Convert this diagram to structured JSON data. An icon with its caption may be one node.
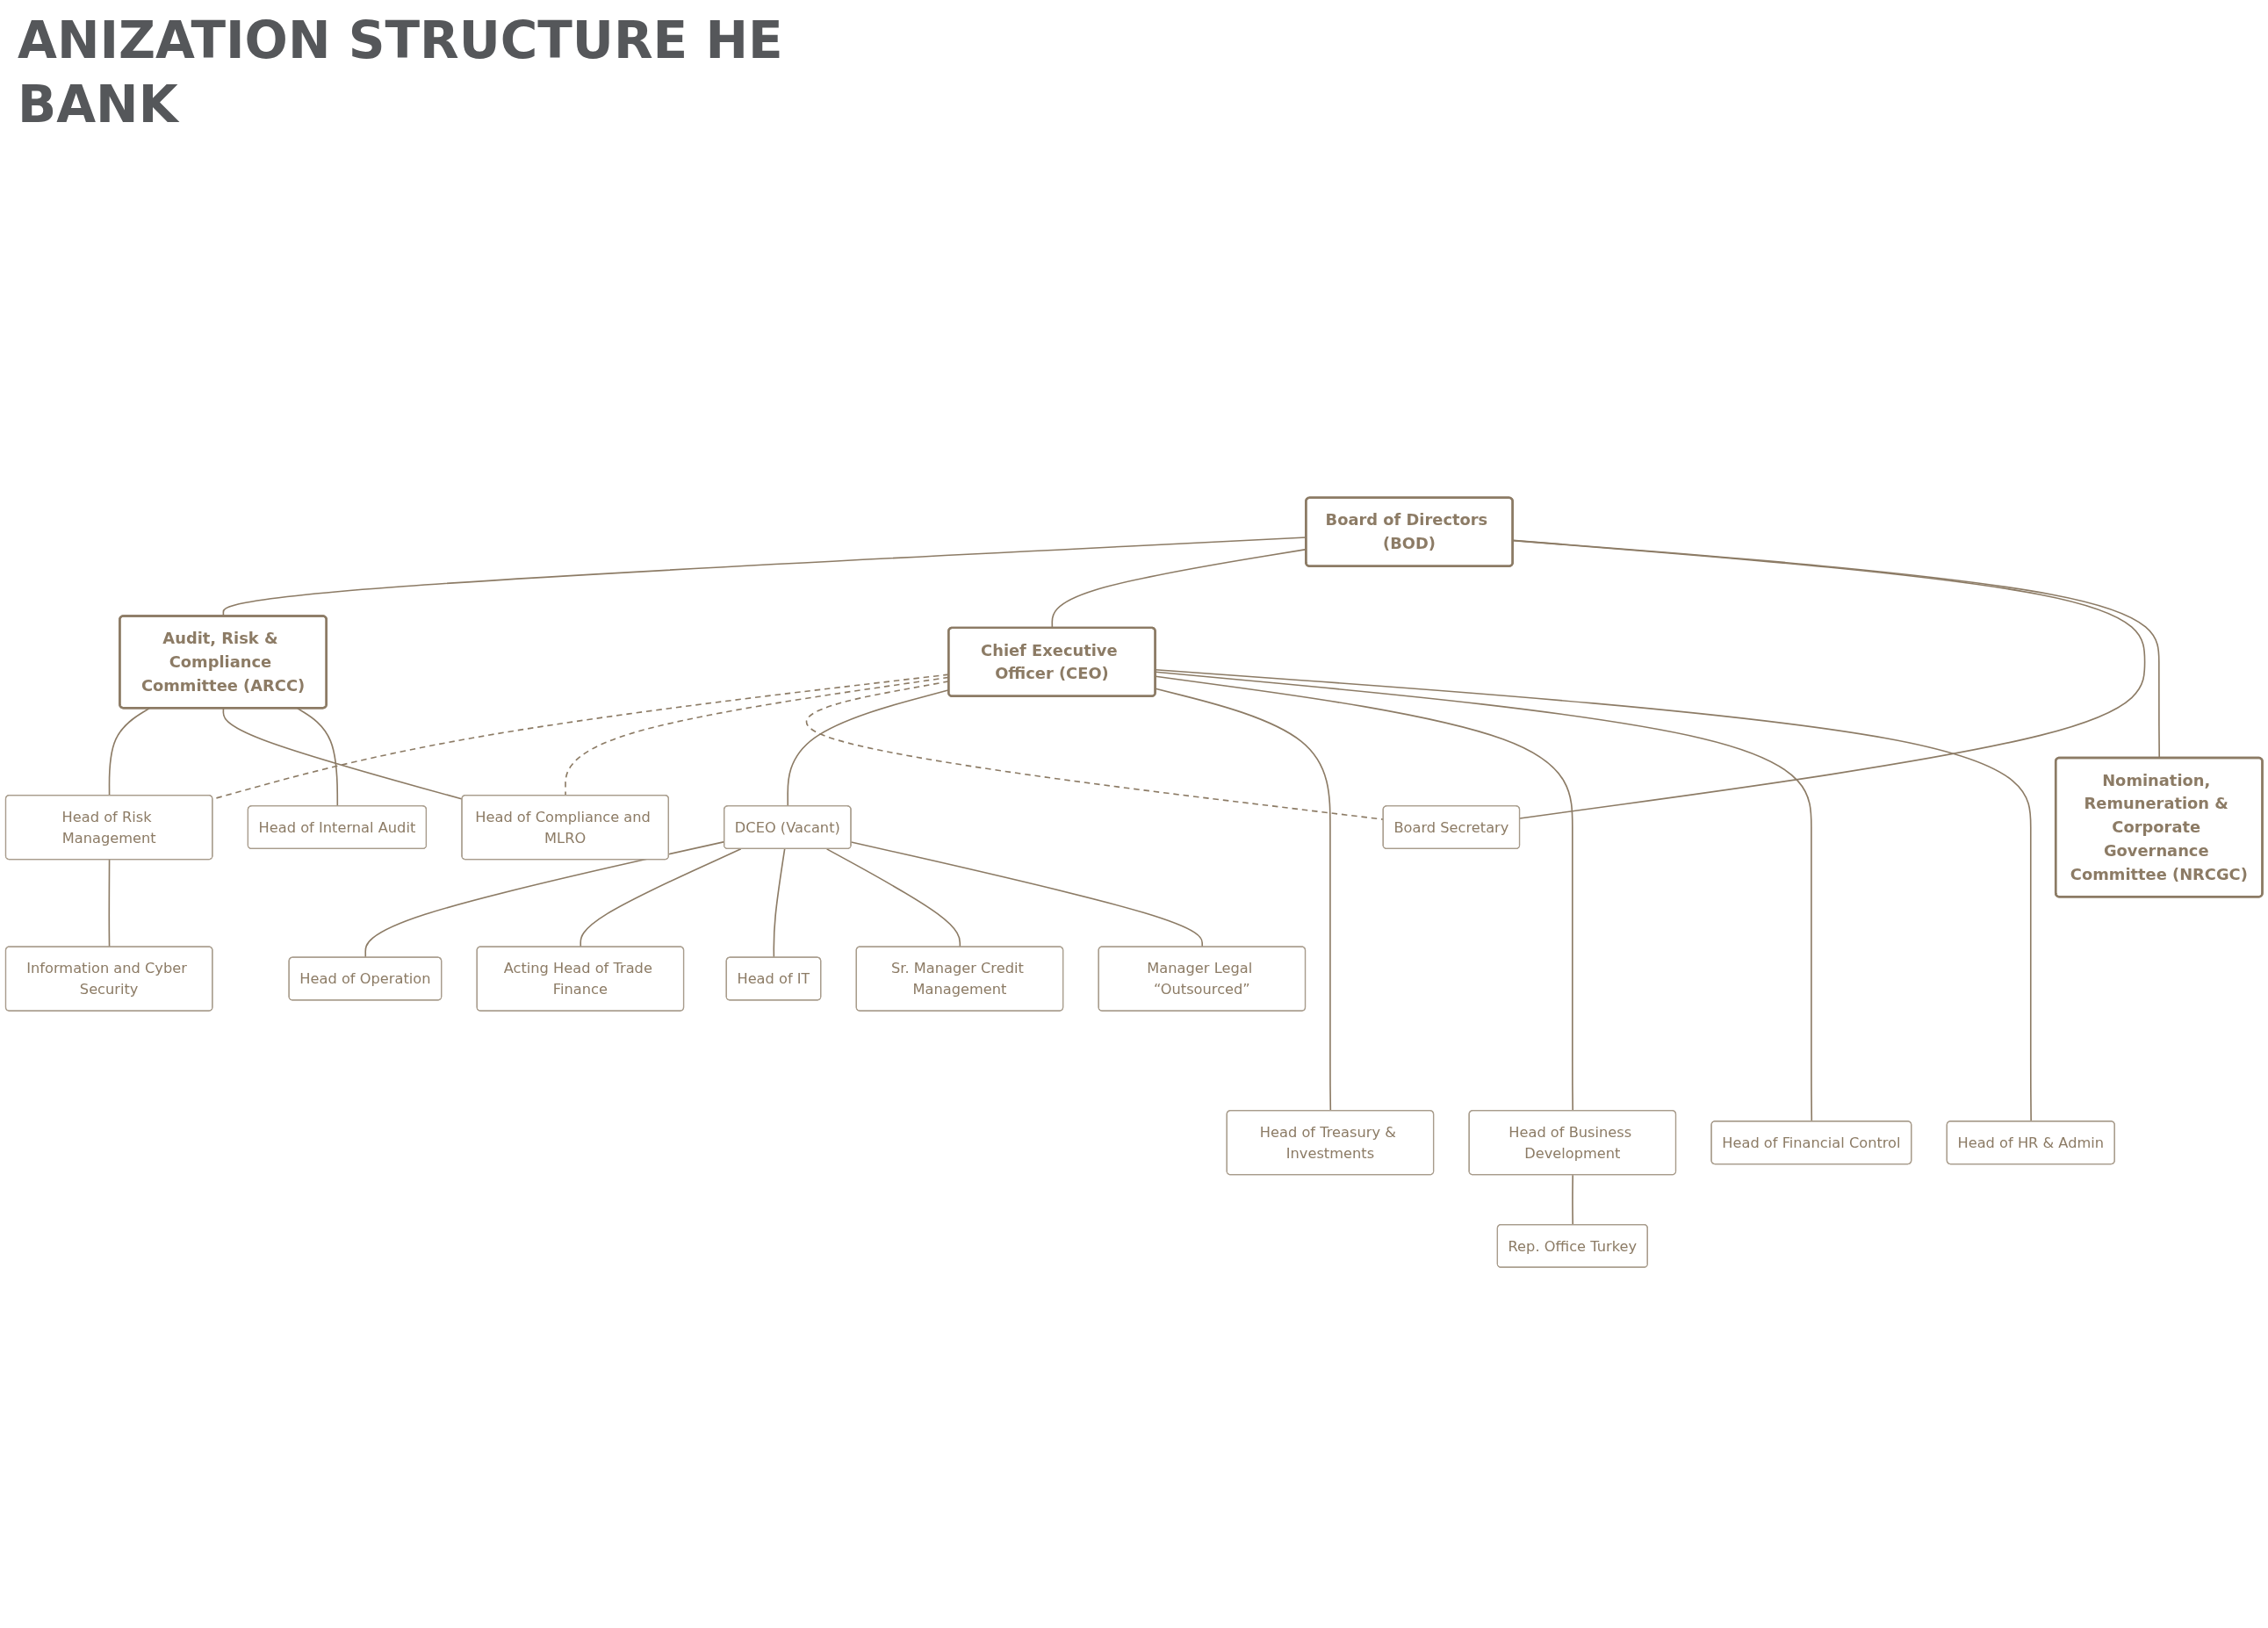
{
  "diagram": {
    "title": "ANIZATION STRUCTURE HE BANK",
    "nodes": [
      {
        "text": [
          "Board of Directors (BOD)"
        ]
      },
      {
        "text": [
          "Audit, Risk & Compliance Committee (ARCC)"
        ]
      },
      {
        "text": [
          "Chief Executive Officer (CEO)"
        ]
      },
      {
        "text": [
          "Board Secretary"
        ]
      },
      {
        "text": [
          "Nomination, Remuneration & Corporate Governance Committee (NRCGC)"
        ]
      },
      {
        "text": [
          "Head of Risk Management"
        ]
      },
      {
        "text": [
          "Head of Compliance and MLRO"
        ]
      },
      {
        "text": [
          "Head of Internal Audit"
        ]
      },
      {
        "text": [
          "DCEO (Vacant)"
        ]
      },
      {
        "text": [
          "Information and Cyber Security"
        ]
      },
      {
        "text": [
          "Head of Operation"
        ]
      },
      {
        "text": [
          "Acting Head of Trade Finance"
        ]
      },
      {
        "text": [
          "Head of IT"
        ]
      },
      {
        "text": [
          "Sr. Manager Credit Management"
        ]
      },
      {
        "text": [
          "Manager Legal “Outsourced”"
        ]
      },
      {
        "text": [
          "Head of Treasury & Investments"
        ]
      },
      {
        "text": [
          "Head of Business Development"
        ]
      },
      {
        "text": [
          "Head of Financial Control"
        ]
      },
      {
        "text": [
          "Head of HR & Admin"
        ]
      },
      {
        "text": [
          "Rep. Office Turkey"
        ]
      }
    ],
    "edges": [
      {
        "from": 0,
        "to": 1,
        "arrow": "none"
      },
      {
        "from": 0,
        "to": 2,
        "arrow": "none"
      },
      {
        "from": 0,
        "to": 3,
        "arrow": "none"
      },
      {
        "from": 0,
        "to": 4,
        "arrow": "none"
      },
      {
        "from": 1,
        "to": 5,
        "arrow": "none"
      },
      {
        "from": 1,
        "to": 6,
        "arrow": "none"
      },
      {
        "from": 1,
        "to": 7,
        "arrow": "none"
      },
      {
        "from": 2,
        "to": 5,
        "arrow": "none",
        "style": "dashed"
      },
      {
        "from": 2,
        "to": 6,
        "arrow": "none",
        "style": "dashed"
      },
      {
        "from": 2,
        "to": 3,
        "arrow": "none",
        "style": "dashed"
      },
      {
        "from": 2,
        "to": 8,
        "arrow": "none"
      },
      {
        "from": 5,
        "to": 9,
        "arrow": "none"
      },
      {
        "from": 8,
        "to": 10,
        "arrow": "none"
      },
      {
        "from": 8,
        "to": 11,
        "arrow": "none"
      },
      {
        "from": 8,
        "to": 12,
        "arrow": "none"
      },
      {
        "from": 8,
        "to": 13,
        "arrow": "none"
      },
      {
        "from": 8,
        "to": 14,
        "arrow": "none"
      },
      {
        "from": 2,
        "to": 15,
        "arrow": "none"
      },
      {
        "from": 2,
        "to": 16,
        "arrow": "none"
      },
      {
        "from": 2,
        "to": 17,
        "arrow": "none"
      },
      {
        "from": 2,
        "to": 18,
        "arrow": "none"
      },
      {
        "from": 16,
        "to": 19,
        "arrow": "none"
      }
    ]
  }
}
